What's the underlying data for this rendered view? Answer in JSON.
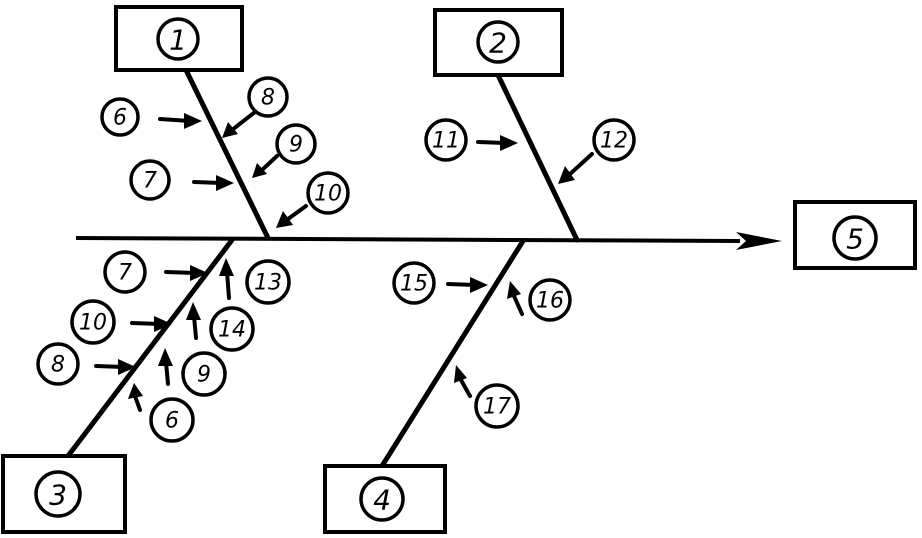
{
  "boxes": [
    {
      "id": "1",
      "label": "1"
    },
    {
      "id": "2",
      "label": "2"
    },
    {
      "id": "3",
      "label": "3"
    },
    {
      "id": "4",
      "label": "4"
    },
    {
      "id": "5",
      "label": "5"
    }
  ],
  "branch_1_labels": [
    "6",
    "7",
    "8",
    "9",
    "10"
  ],
  "branch_2_labels": [
    "11",
    "12"
  ],
  "branch_3_labels": [
    "7",
    "10",
    "8",
    "13",
    "14",
    "9",
    "6"
  ],
  "branch_4_labels": [
    "15",
    "16",
    "17"
  ]
}
